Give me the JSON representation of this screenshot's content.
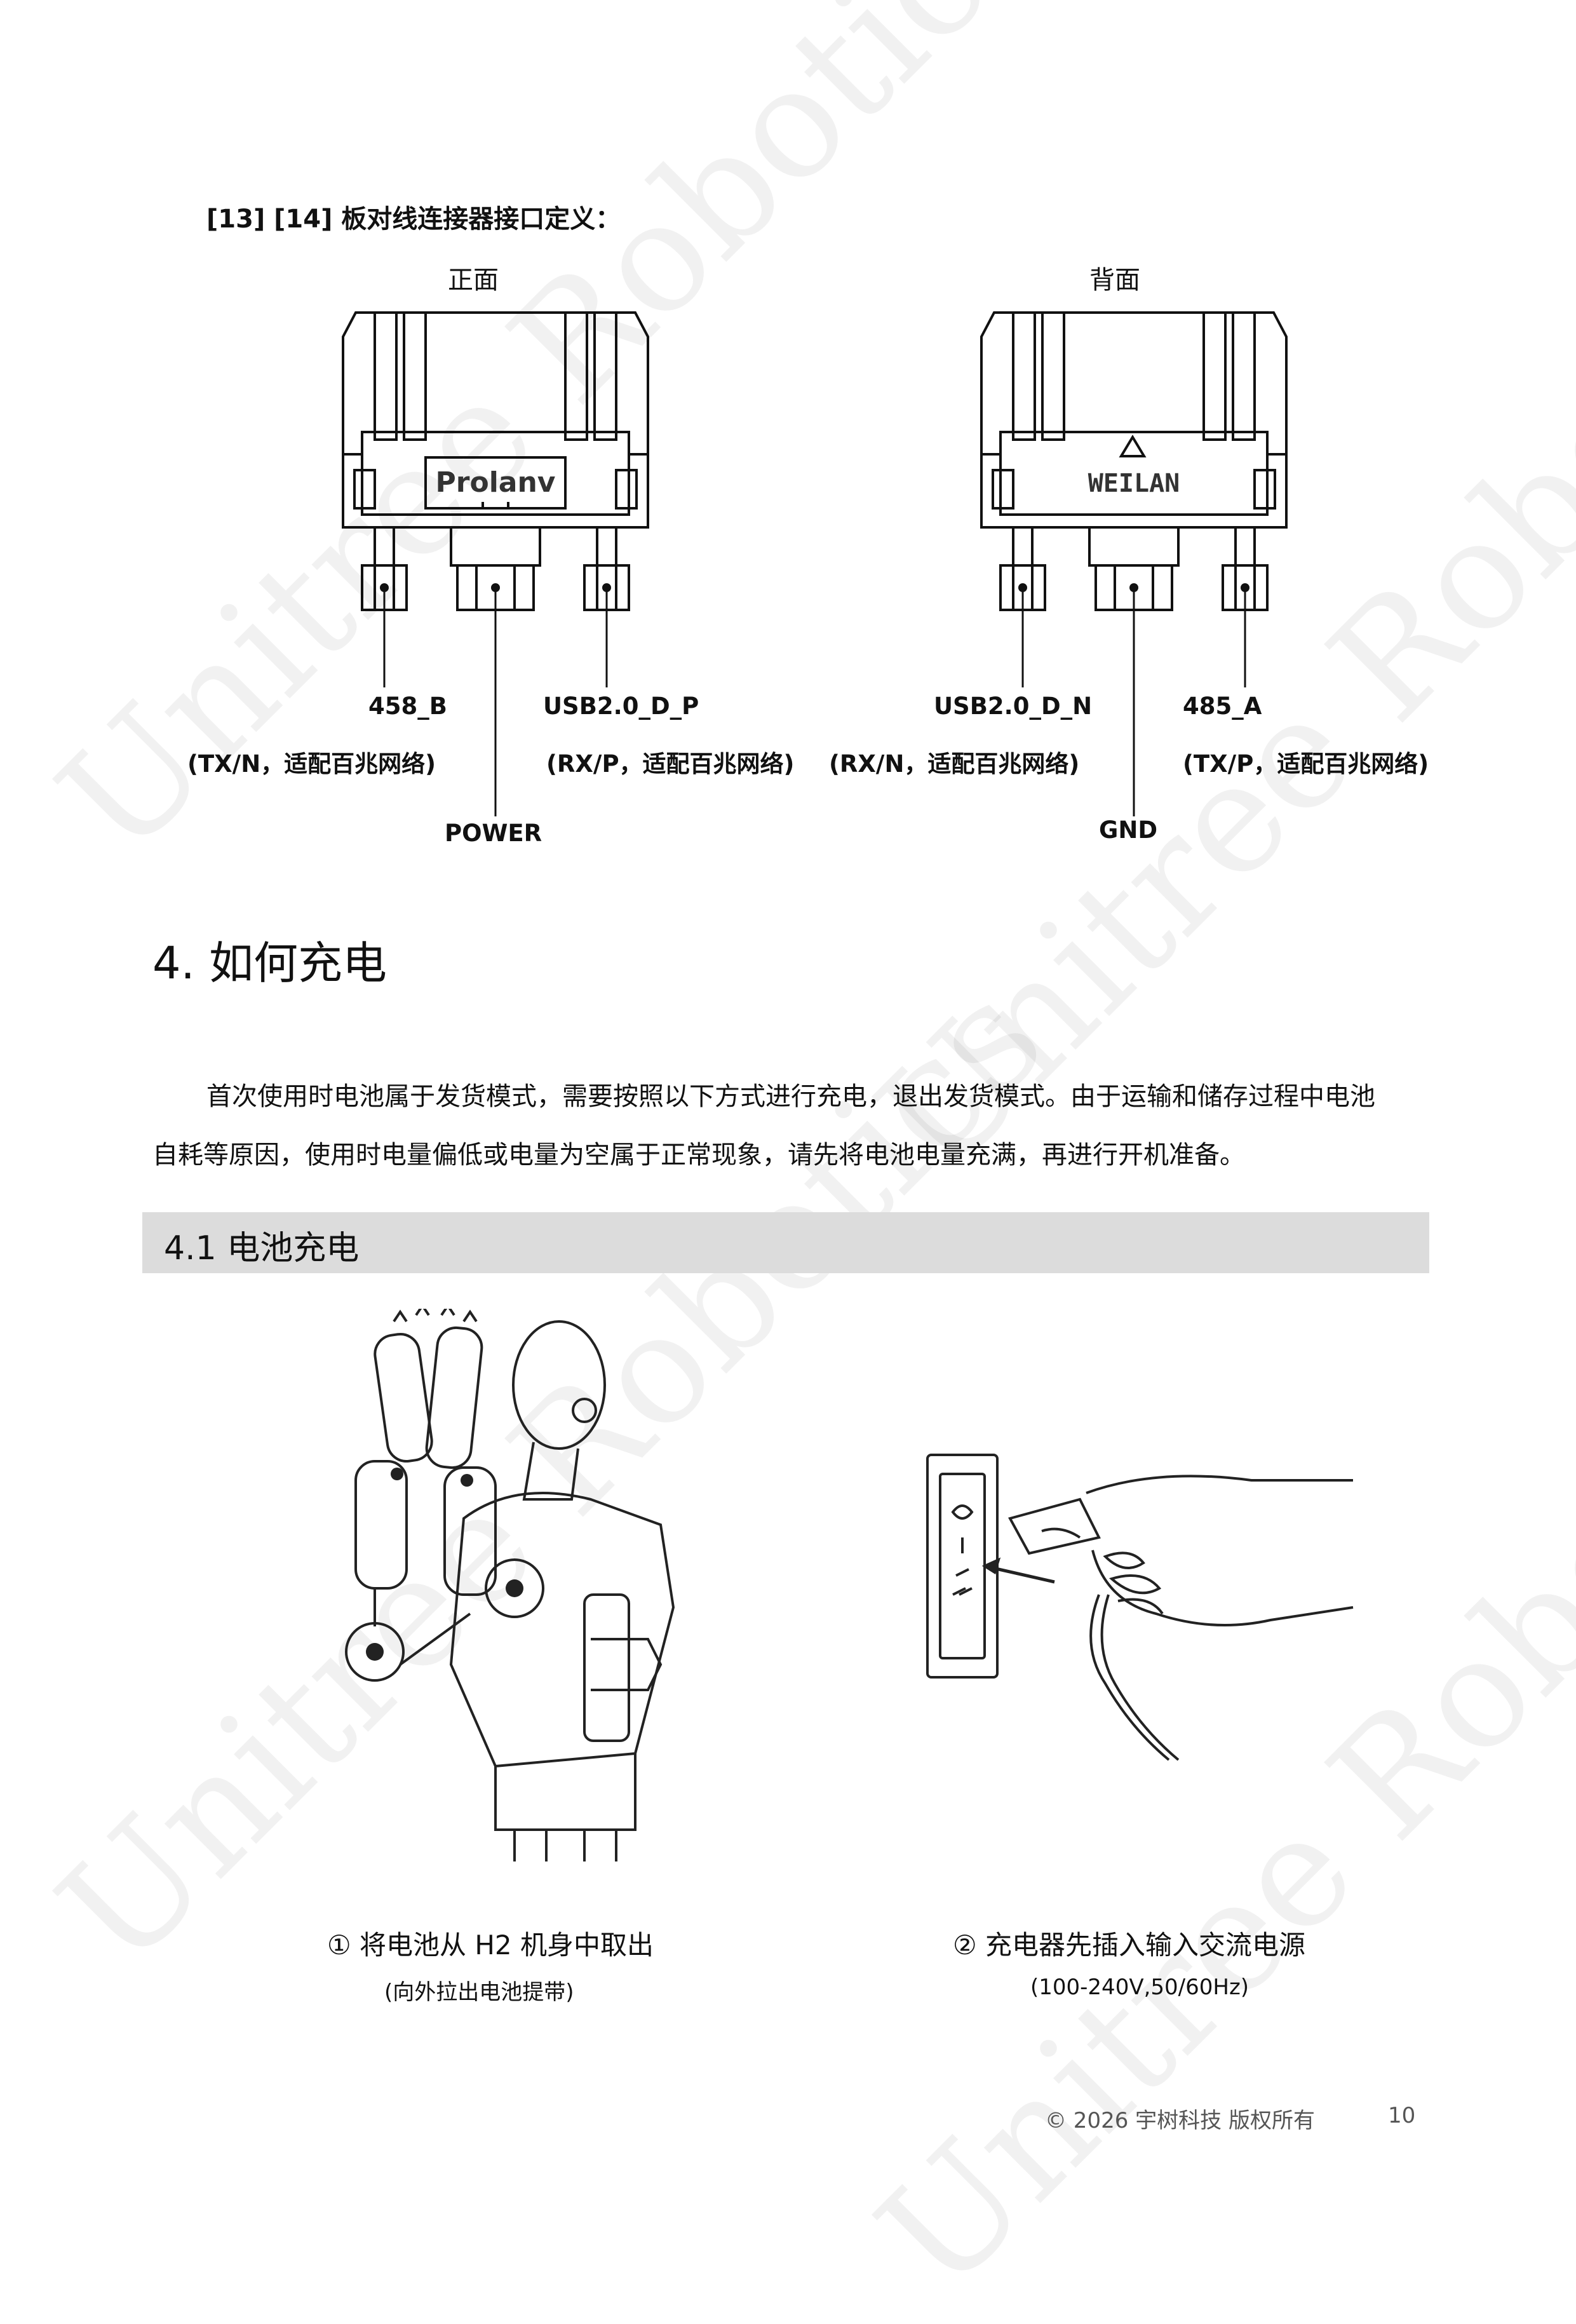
{
  "connector_section": {
    "title": "[13] [14]  板对线连接器接口定义：",
    "front": {
      "label": "正面",
      "brand": "Prolanv",
      "pins": [
        {
          "name": "458_B",
          "desc": "(TX/N，适配百兆网络)"
        },
        {
          "name": "POWER"
        },
        {
          "name": "USB2.0_D_P",
          "desc": "(RX/P，适配百兆网络)"
        }
      ]
    },
    "back": {
      "label": "背面",
      "brand": "WEILAN",
      "pins": [
        {
          "name": "USB2.0_D_N",
          "desc": "(RX/N，适配百兆网络)"
        },
        {
          "name": "GND"
        },
        {
          "name": "485_A",
          "desc": "(TX/P，适配百兆网络)"
        }
      ]
    }
  },
  "section4": {
    "title": "4. 如何充电",
    "paragraph_line1": "首次使用时电池属于发货模式，需要按照以下方式进行充电，退出发货模式。由于运输和储存过程中电池",
    "paragraph_line2": "自耗等原因，使用时电量偏低或电量为空属于正常现象，请先将电池电量充满，再进行开机准备。"
  },
  "subsection41": {
    "title": "4.1 电池充电",
    "step1": {
      "caption": "①  将电池从 H2 机身中取出",
      "sub": "(向外拉出电池提带)"
    },
    "step2": {
      "caption": "②  充电器先插入输入交流电源",
      "sub": "(100-240V,50/60Hz)"
    }
  },
  "footer": {
    "copyright": "© 2026    宇树科技  版权所有",
    "page_number": "10"
  },
  "watermark": {
    "text": "Unitree Robotics"
  }
}
